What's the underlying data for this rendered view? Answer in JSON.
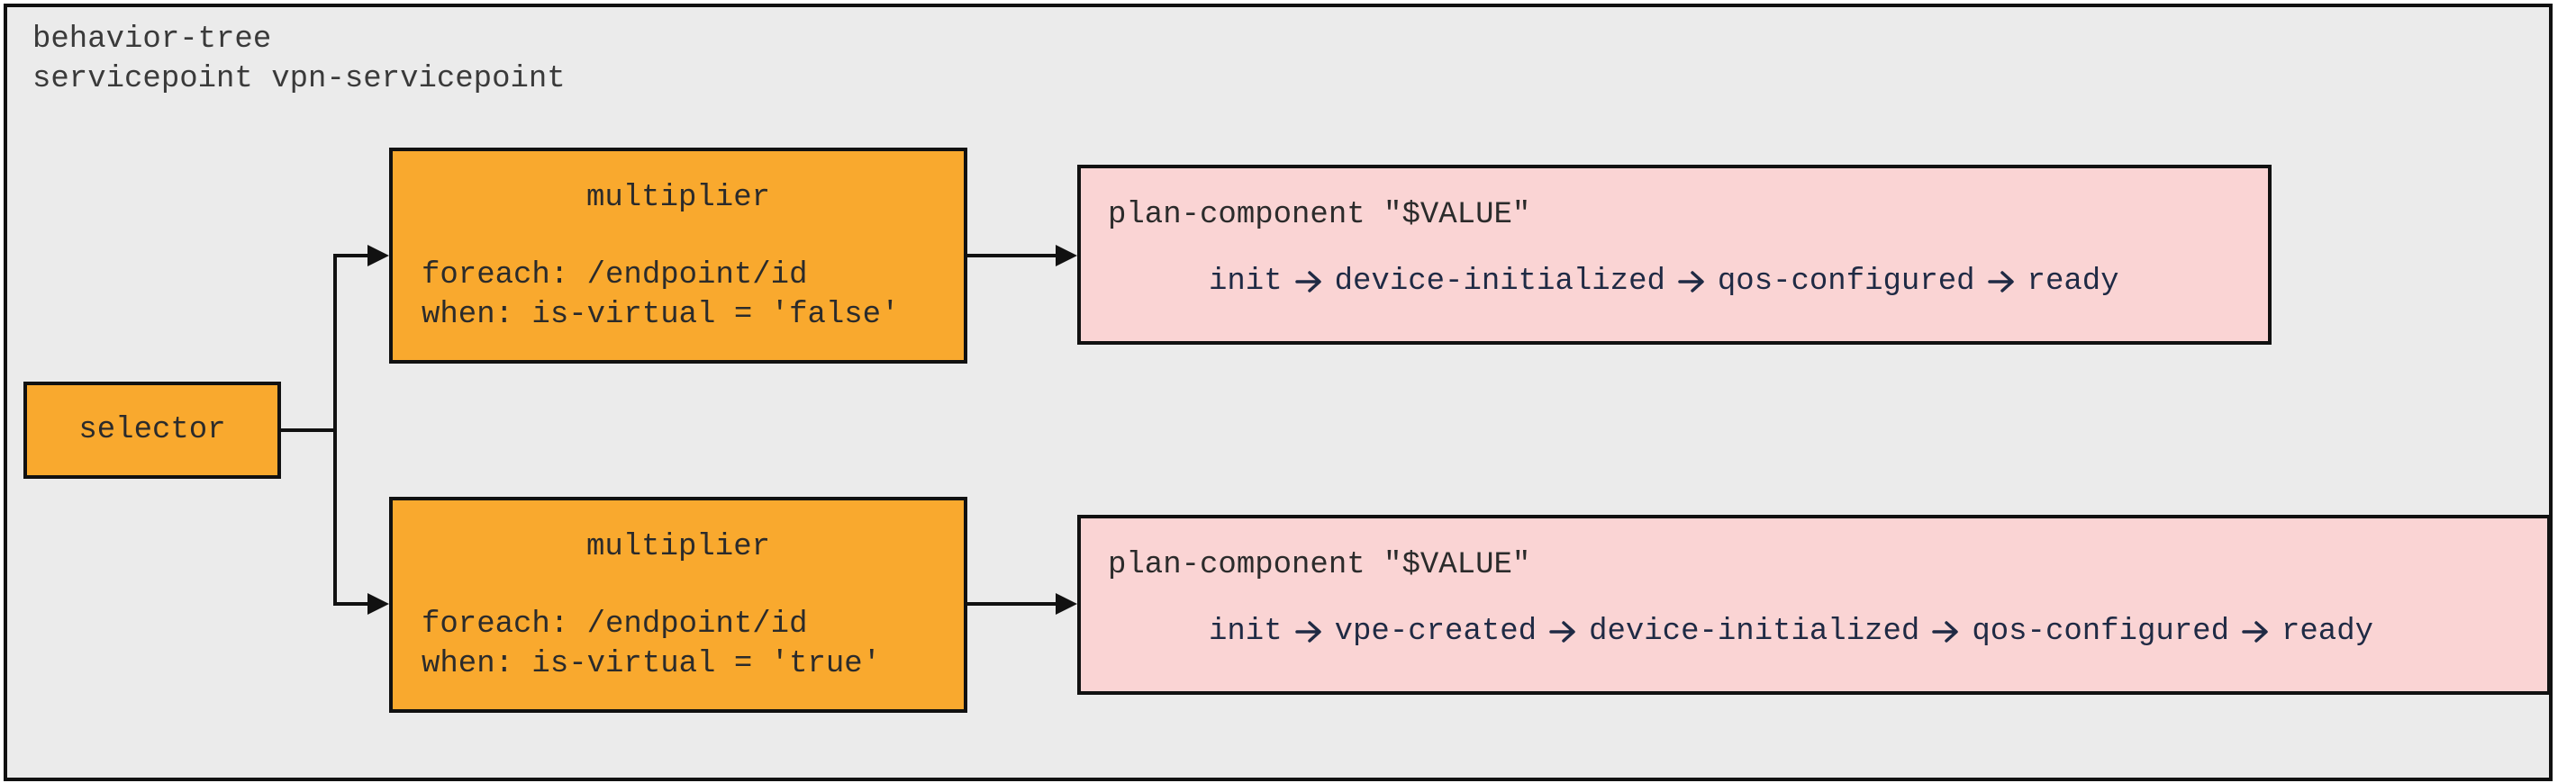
{
  "header": {
    "line1": "behavior-tree",
    "line2": "servicepoint vpn-servicepoint"
  },
  "selector": {
    "label": "selector"
  },
  "multipliers": [
    {
      "title": "multiplier",
      "foreach": "foreach: /endpoint/id",
      "when": "when: is-virtual = 'false'"
    },
    {
      "title": "multiplier",
      "foreach": "foreach: /endpoint/id",
      "when": "when: is-virtual = 'true'"
    }
  ],
  "plan_components": [
    {
      "title": "plan-component \"$VALUE\"",
      "states": [
        "init",
        "device-initialized",
        "qos-configured",
        "ready"
      ]
    },
    {
      "title": "plan-component \"$VALUE\"",
      "states": [
        "init",
        "vpe-created",
        "device-initialized",
        "qos-configured",
        "ready"
      ]
    }
  ],
  "colors": {
    "frame_background": "#ebebeb",
    "node_orange": "#f9a92e",
    "node_pink": "#fad4d4",
    "border": "#111111",
    "flow_text": "#1f2a44"
  },
  "icons": {
    "state_transition": "right-arrow-icon",
    "connector_head": "arrowhead-icon"
  }
}
